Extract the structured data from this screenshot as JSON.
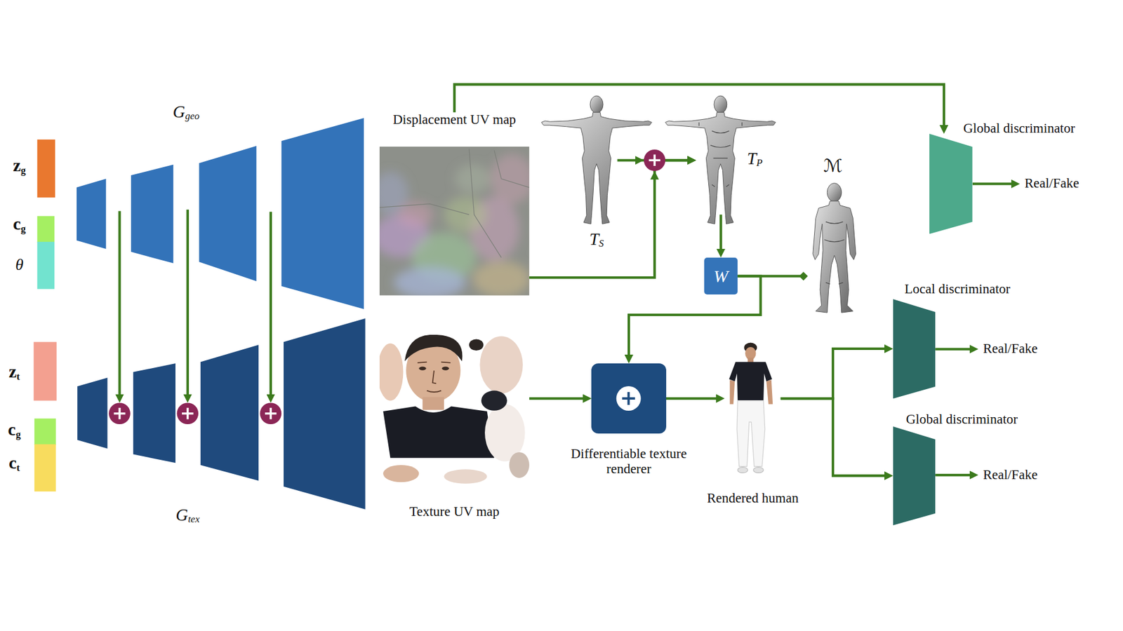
{
  "diagram": {
    "nodes": [
      {
        "text": [
          "Displacement UV map"
        ]
      },
      {
        "text": [
          "TS"
        ]
      },
      {
        "text": [
          "TP"
        ]
      },
      {
        "text": [
          "Global discriminator"
        ]
      },
      {
        "text": [
          "Real/Fake"
        ]
      },
      {
        "text": [
          "W"
        ]
      },
      {
        "text": [
          "ℳ"
        ]
      },
      {
        "text": [
          "Local discriminator"
        ]
      },
      {
        "text": [
          "Real/Fake"
        ]
      },
      {
        "text": [
          "Texture UV map"
        ]
      },
      {
        "text": [
          "Differentiable texture renderer"
        ]
      },
      {
        "text": [
          "Rendered human"
        ]
      },
      {
        "text": [
          "Global discriminator"
        ]
      },
      {
        "text": [
          "Real/Fake"
        ]
      }
    ],
    "edges": [
      {
        "from": 0,
        "to": 3,
        "arrow": "to"
      },
      {
        "from": 1,
        "to": 2,
        "arrow": "to"
      },
      {
        "from": 0,
        "to": 2,
        "arrow": "to"
      },
      {
        "from": 3,
        "to": 4,
        "arrow": "to"
      },
      {
        "from": 2,
        "to": 5,
        "arrow": "to"
      },
      {
        "from": 5,
        "to": 6,
        "arrow": "to"
      },
      {
        "from": 5,
        "to": 10,
        "arrow": "to"
      },
      {
        "from": 9,
        "to": 10,
        "arrow": "to"
      },
      {
        "from": 10,
        "to": 11,
        "arrow": "to"
      },
      {
        "from": 11,
        "to": 7,
        "arrow": "to"
      },
      {
        "from": 11,
        "to": 12,
        "arrow": "to"
      },
      {
        "from": 7,
        "to": 8,
        "arrow": "to"
      },
      {
        "from": 12,
        "to": 13,
        "arrow": "to"
      }
    ],
    "labels": [
      "zg",
      "cg",
      "θ",
      "zt",
      "cg",
      "ct",
      "Ggeo",
      "Gtex"
    ]
  }
}
